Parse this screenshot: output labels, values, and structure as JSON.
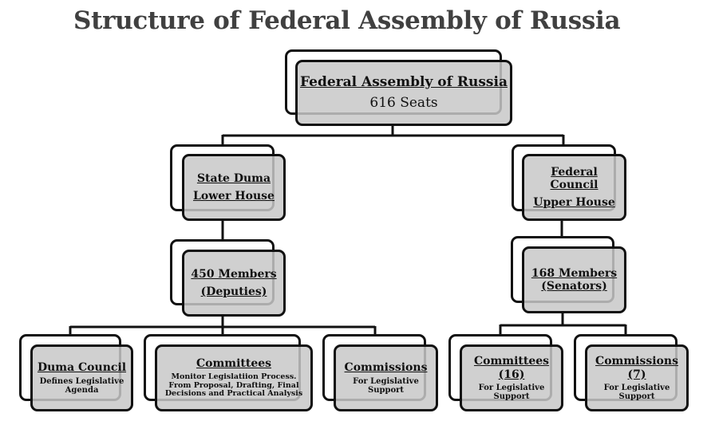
{
  "title": "Structure of Federal Assembly of Russia",
  "colors": {
    "box_fill": "#c8c8c8",
    "border": "#111111",
    "title_text": "#404040"
  },
  "root": {
    "heading": "Federal Assembly of Russia",
    "subtitle": "616 Seats"
  },
  "state_duma": {
    "house": {
      "line1": "State Duma",
      "line2": "Lower House"
    },
    "members": {
      "line1": "450 Members",
      "line2": "(Deputies)"
    },
    "bodies": [
      {
        "heading": "Duma Council",
        "description": "Defines Legislative Agenda"
      },
      {
        "heading": "Committees",
        "description": "Monitor Legislatiion Process. From Proposal, Drafting, Final Decisions and Practical Analysis"
      },
      {
        "heading": "Commissions",
        "description": "For Legislative Support"
      }
    ]
  },
  "federal_council": {
    "house": {
      "line1": "Federal",
      "line2": "Council",
      "line3": "Upper House"
    },
    "members": {
      "line1": "168 Members",
      "line2": "(Senators)"
    },
    "bodies": [
      {
        "heading": "Committees",
        "count": "(16)",
        "description": "For Legislative Support"
      },
      {
        "heading": "Commissions",
        "count": "(7)",
        "description": "For Legislative Support"
      }
    ]
  }
}
